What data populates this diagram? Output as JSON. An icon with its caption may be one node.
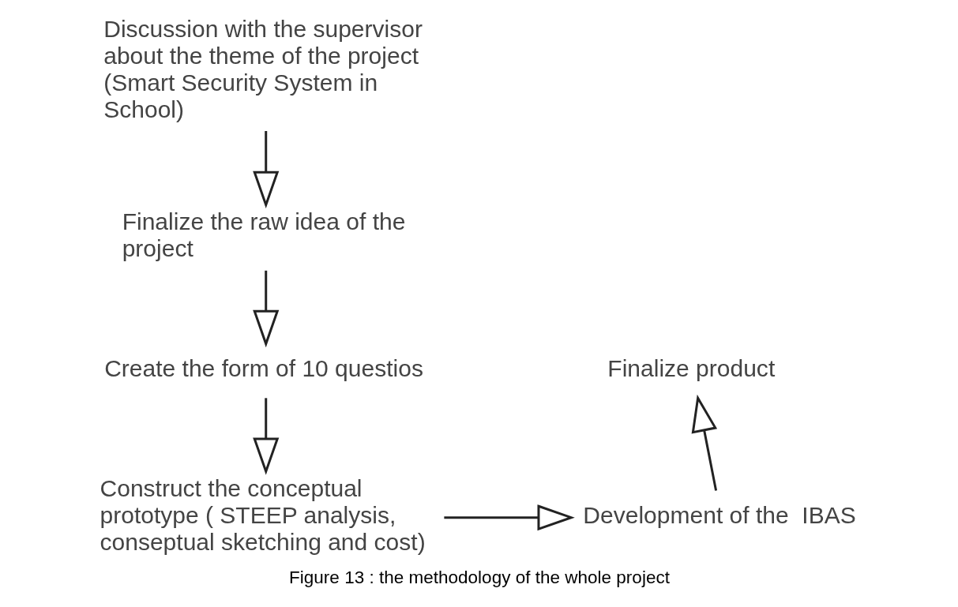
{
  "diagram": {
    "caption": "Figure 13 : the methodology of the whole project",
    "nodes": [
      {
        "text": [
          "Discussion with the supervisor about the theme of the project (Smart Security System in School)"
        ]
      },
      {
        "text": [
          "Finalize the raw idea of the project"
        ]
      },
      {
        "text": [
          "Create the form of 10 questios"
        ]
      },
      {
        "text": [
          "Construct the conceptual prototype ( STEEP analysis, conseptual sketching and cost)"
        ]
      },
      {
        "text": [
          "Development of the  IBAS"
        ]
      },
      {
        "text": [
          "Finalize product"
        ]
      }
    ],
    "edges": [
      {
        "from": 0,
        "to": 1,
        "arrow": "to"
      },
      {
        "from": 1,
        "to": 2,
        "arrow": "to"
      },
      {
        "from": 2,
        "to": 3,
        "arrow": "to"
      },
      {
        "from": 3,
        "to": 4,
        "arrow": "to"
      },
      {
        "from": 4,
        "to": 5,
        "arrow": "to"
      }
    ]
  }
}
